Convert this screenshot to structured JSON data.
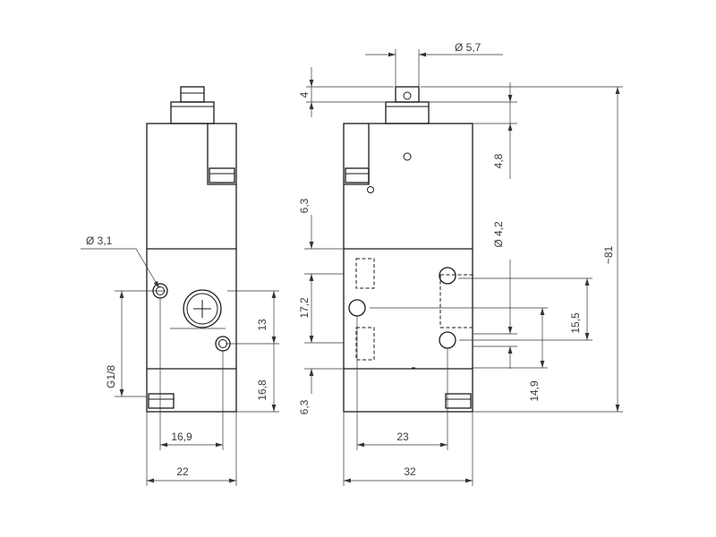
{
  "dimensions": {
    "dia_5_7": "Ø 5,7",
    "dia_3_1": "Ø 3,1",
    "dia_4_2": "Ø 4,2",
    "d_4": "4",
    "d_4_8": "4,8",
    "d_6_3_upper": "6,3",
    "d_17_2": "17,2",
    "d_6_3_lower": "6,3",
    "d_13": "13",
    "d_16_8": "16,8",
    "d_g1_8": "G1/8",
    "d_15_5": "15,5",
    "d_14_9": "14,9",
    "d_81": "~81",
    "d_16_9": "16,9",
    "d_22": "22",
    "d_23": "23",
    "d_32": "32"
  }
}
